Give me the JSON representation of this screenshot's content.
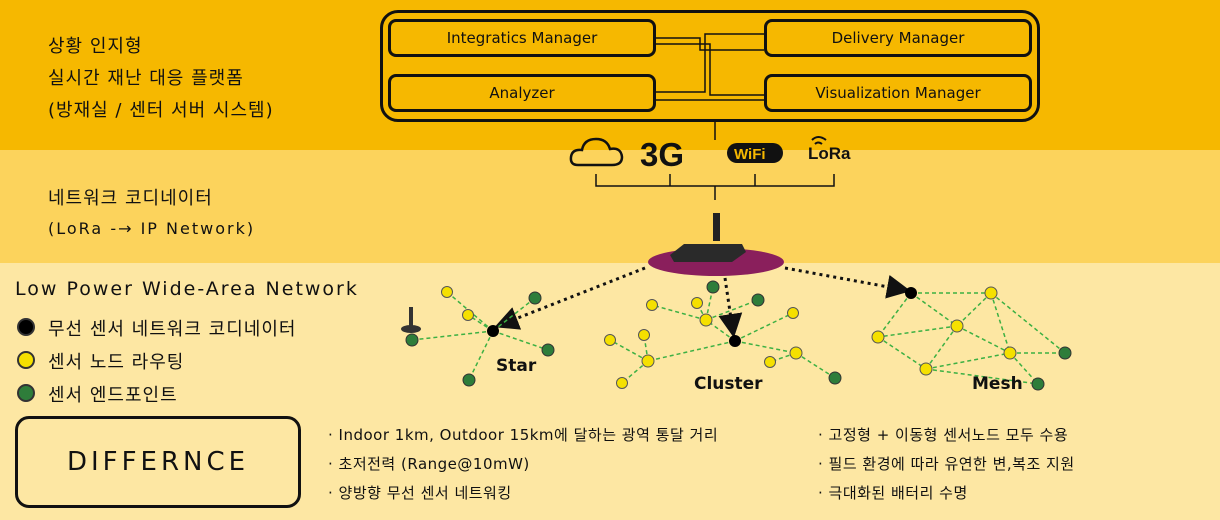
{
  "layer1": {
    "lines": [
      "상황 인지형",
      "실시간 재난 대응 플랫폼",
      "(방재실 / 센터 서버 시스템)"
    ],
    "managers": [
      "Integratics Manager",
      "Delivery Manager",
      "Analyzer",
      "Visualization Manager"
    ]
  },
  "network_icons": {
    "cloud": "cloud-icon",
    "g3": "3G",
    "wifi": "WiFi",
    "lora": "LoRa"
  },
  "layer2": {
    "lines": [
      "네트워크 코디네이터",
      "(LoRa -→ IP Network)"
    ]
  },
  "layer3": {
    "title": "Low Power Wide-Area Network",
    "legend": [
      {
        "label": "무선 센서 네트워크 코디네이터",
        "color": "#000000"
      },
      {
        "label": "센서 노드 라우팅",
        "color": "#f5e000"
      },
      {
        "label": "센서 엔드포인트",
        "color": "#2e7d3a"
      }
    ],
    "topologies": [
      "Star",
      "Cluster",
      "Mesh"
    ]
  },
  "difference": {
    "title": "DIFFERNCE",
    "left": [
      "· Indoor 1km, Outdoor 15km에 달하는 광역 통달 거리",
      "· 초저전력 (Range@10mW)",
      "· 양방향 무선 센서 네트워킹"
    ],
    "right": [
      "· 고정형 + 이동형 센서노드 모두 수용",
      "· 필드 환경에 따라 유연한 변,복조 지원",
      "· 극대화된 배터리 수명"
    ]
  },
  "colors": {
    "band1": "#f6b800",
    "band2": "#fcd35c",
    "band3": "#fde7a3",
    "gateway": "#8a1f5c",
    "link": "#3cb043"
  }
}
